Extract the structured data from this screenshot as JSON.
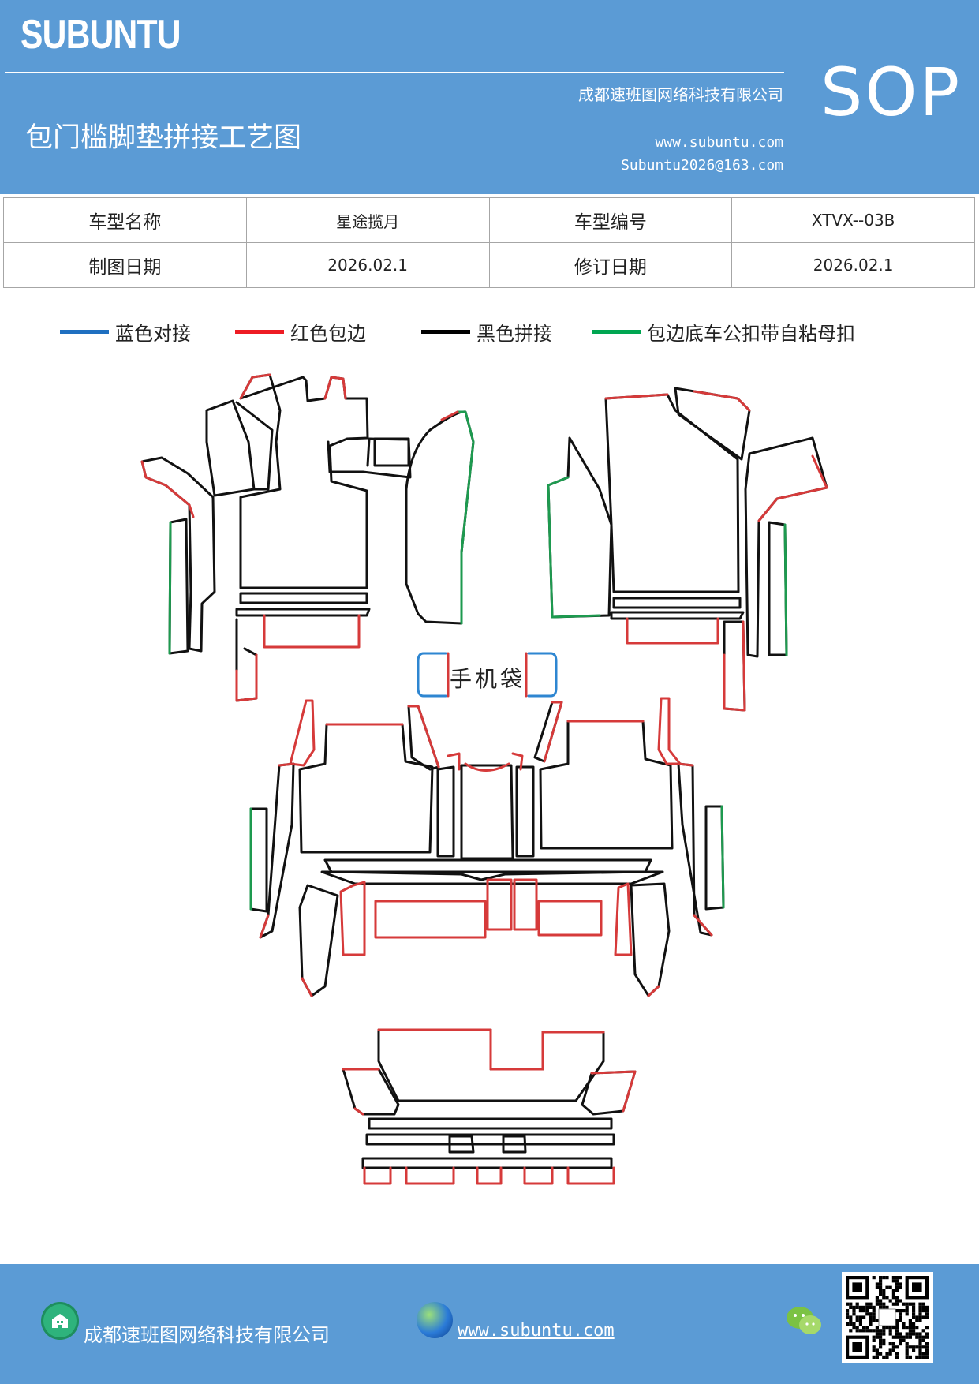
{
  "header": {
    "brand": "SUBUNTU",
    "company": "成都速班图网络科技有限公司",
    "title": "包门槛脚垫拼接工艺图",
    "website": "www.subuntu.com",
    "email": "Subuntu2026@163.com",
    "badge": "SOP"
  },
  "info_table": {
    "rows": [
      [
        "车型名称",
        "星途揽月",
        "车型编号",
        "XTVX--03B"
      ],
      [
        "制图日期",
        "2026.02.1",
        "修订日期",
        "2026.02.1"
      ]
    ]
  },
  "legend": [
    {
      "label": "蓝色对接",
      "color": "#1f6fc0"
    },
    {
      "label": "红色包边",
      "color": "#ee1c24"
    },
    {
      "label": "黑色拼接",
      "color": "#000000"
    },
    {
      "label": "包边底车公扣带自粘母扣",
      "color": "#00a651"
    }
  ],
  "drawing": {
    "phone_pocket_label": "手机袋",
    "line_colors": {
      "red": "#d63a3a",
      "black": "#111111",
      "green": "#1d9a4f",
      "blue": "#2e86d1"
    }
  },
  "footer": {
    "company": "成都速班图网络科技有限公司",
    "website": "www.subuntu.com ",
    "icons": [
      "building-icon",
      "globe-icon",
      "wechat-icon",
      "qr-code"
    ]
  }
}
